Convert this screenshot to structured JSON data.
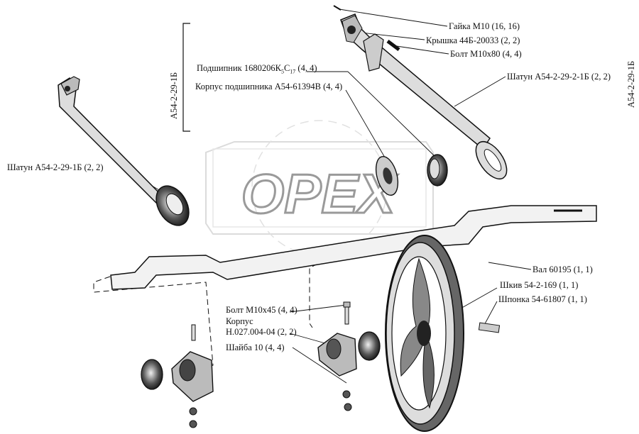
{
  "watermark": "OPEX",
  "group_labels": {
    "left_bracket": "А54-2-29-1Б",
    "right_edge": "А54-2-29-1Б"
  },
  "parts": {
    "nut_m10": "Гайка М10 (16, 16)",
    "cover": "Крышка 44Б-20033 (2, 2)",
    "bolt_m10x80": "Болт М10х80 (4, 4)",
    "rod_right": "Шатун А54-2-29-2-1Б (2, 2)",
    "bearing": "Подшипник 1680206К",
    "bearing_sub1": "5",
    "bearing_mid": "С",
    "bearing_sub2": "17",
    "bearing_qty": " (4, 4)",
    "bearing_housing": "Корпус подшипника А54-61394В (4, 4)",
    "rod_left": "Шатун А54-2-29-1Б (2, 2)",
    "shaft": "Вал 60195 (1, 1)",
    "pulley": "Шкив 54-2-169 (1, 1)",
    "key": "Шпонка 54-61807 (1, 1)",
    "bolt_m10x45": "Болт М10х45 (4, 4)",
    "housing_line1": "Корпус",
    "housing_line2": "Н.027.004-04 (2, 2)",
    "washer": "Шайба 10 (4, 4)"
  }
}
